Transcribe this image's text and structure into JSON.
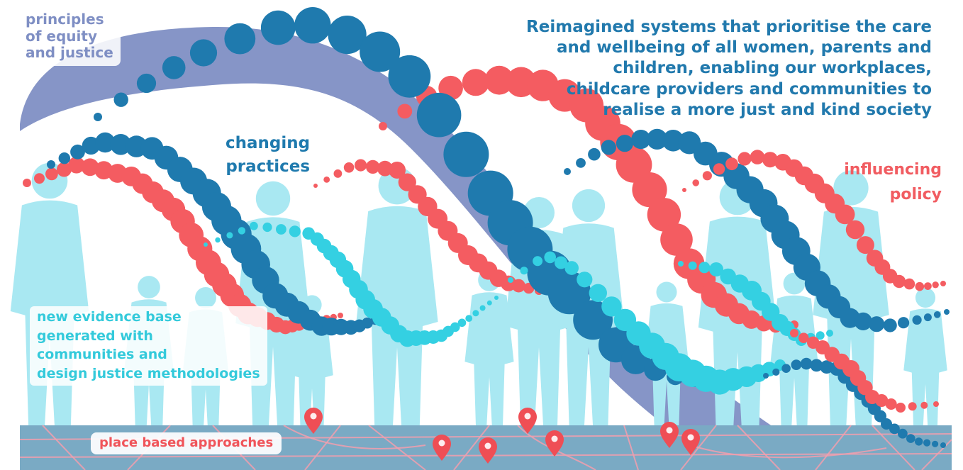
{
  "colors": {
    "band": "#7f8fc4",
    "dark_blue": "#1f7aae",
    "coral": "#f45c61",
    "cyan": "#34d0e2",
    "silhouette": "#a9e8f2",
    "map_base": "#7aaac4",
    "map_street": "#f29fae",
    "pin": "#ef4e55"
  },
  "labels": {
    "principles": [
      "principles",
      "of equity",
      "and justice"
    ],
    "goal": [
      "Reimagined systems that prioritise the care",
      "and wellbeing of all women, parents and",
      "children, enabling our workplaces,",
      "childcare providers and communities to",
      "realise a more just and kind society"
    ],
    "changing": [
      "changing",
      "practices"
    ],
    "policy": [
      "influencing",
      "policy"
    ],
    "evidence": [
      "new evidence base",
      "generated with",
      "communities and",
      "design justice methodologies"
    ],
    "place": "place based approaches"
  },
  "icons": [
    "map-pin-icon",
    "person-silhouette-icon"
  ]
}
